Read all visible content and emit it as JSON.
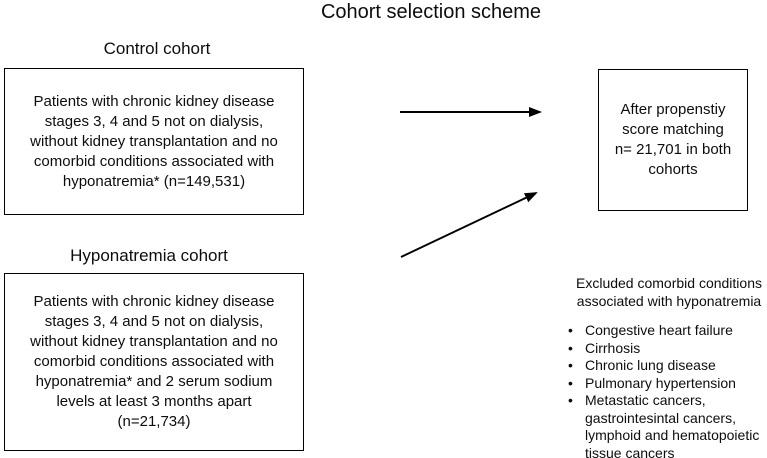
{
  "title": "Cohort selection scheme",
  "colors": {
    "background": "#ffffff",
    "text": "#0d0d0d",
    "border": "#000000",
    "arrow": "#000000"
  },
  "bullet_char": "•",
  "control_cohort": {
    "heading": "Control cohort",
    "lines": [
      "Patients with chronic kidney disease",
      "stages 3, 4 and 5 not on dialysis,",
      "without kidney transplantation and no",
      "comorbid conditions associated with",
      "hyponatremia* (n=149,531)"
    ]
  },
  "hyponatremia_cohort": {
    "heading": "Hyponatremia cohort",
    "lines": [
      "Patients with chronic kidney disease",
      "stages 3, 4 and 5 not on dialysis,",
      "without kidney transplantation and no",
      "comorbid conditions associated with",
      "hyponatremia* and 2 serum sodium",
      "levels at least 3 months apart",
      "(n=21,734)"
    ]
  },
  "matched_box": {
    "lines": [
      "After propenstiy",
      "score matching",
      "n= 21,701 in both",
      "cohorts"
    ]
  },
  "excluded": {
    "heading_lines": [
      "Excluded comorbid conditions",
      "associated with hyponatremia"
    ],
    "items": [
      [
        "Congestive heart failure"
      ],
      [
        "Cirrhosis"
      ],
      [
        "Chronic lung disease"
      ],
      [
        "Pulmonary hypertension"
      ],
      [
        "Metastatic cancers,",
        "gastrointesintal cancers,",
        "lymphoid and hematopoietic",
        "tissue cancers"
      ]
    ]
  }
}
